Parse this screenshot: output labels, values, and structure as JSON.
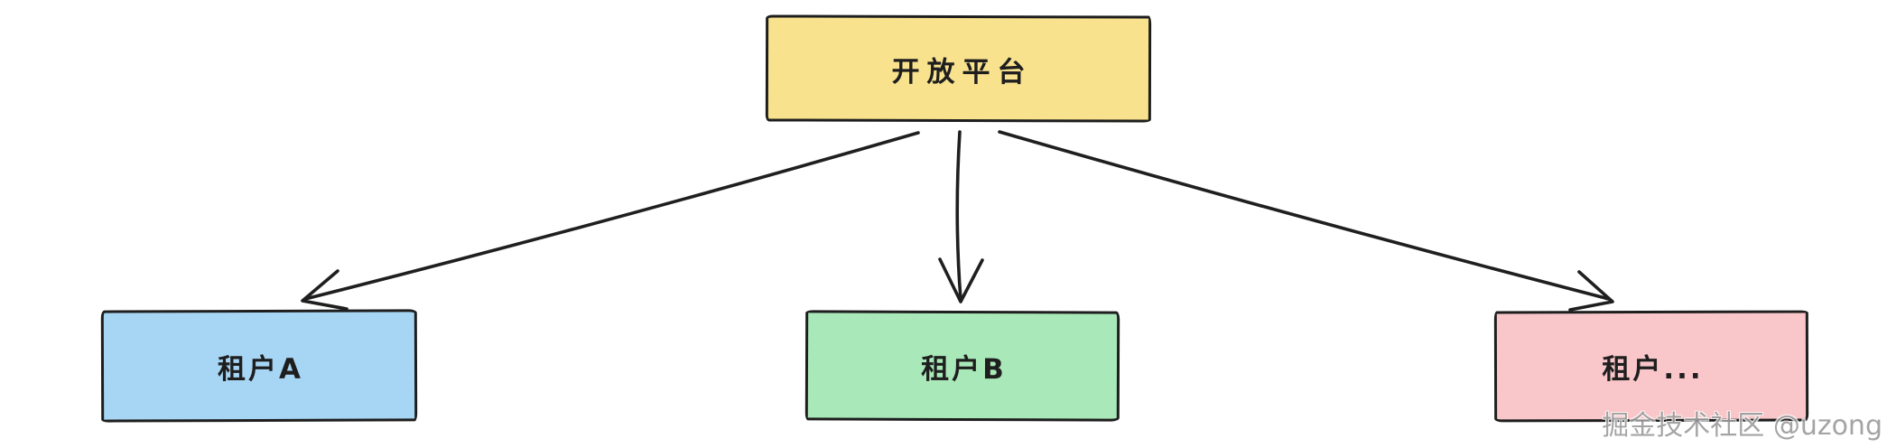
{
  "canvas": {
    "background": "#ffffff",
    "stroke_color": "#1f1f1f"
  },
  "nodes": {
    "open_platform": {
      "label": "开放平台",
      "fill": "#f8e28e"
    },
    "tenant_a": {
      "label": "租户A",
      "fill": "#a7d6f4"
    },
    "tenant_b": {
      "label": "租户B",
      "fill": "#a9e8b8"
    },
    "tenant_more": {
      "label": "租户...",
      "fill": "#f9c6c9"
    }
  },
  "edges": [
    {
      "from": "开放平台",
      "to": "租户A",
      "type": "arrow"
    },
    {
      "from": "开放平台",
      "to": "租户B",
      "type": "arrow"
    },
    {
      "from": "开放平台",
      "to": "租户...",
      "type": "arrow"
    }
  ],
  "watermark": {
    "text": "掘金技术社区 @uzong",
    "color": "#9b9b9b"
  }
}
